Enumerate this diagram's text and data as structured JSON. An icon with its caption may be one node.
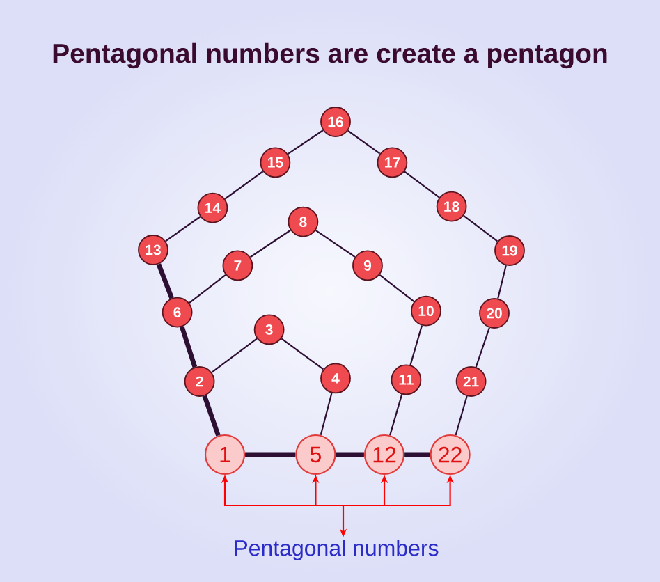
{
  "diagram": {
    "title": "Pentagonal numbers are create a pentagon",
    "nodes": [
      {
        "text": [
          "1"
        ]
      },
      {
        "text": [
          "2"
        ]
      },
      {
        "text": [
          "3"
        ]
      },
      {
        "text": [
          "4"
        ]
      },
      {
        "text": [
          "5"
        ]
      },
      {
        "text": [
          "6"
        ]
      },
      {
        "text": [
          "7"
        ]
      },
      {
        "text": [
          "8"
        ]
      },
      {
        "text": [
          "9"
        ]
      },
      {
        "text": [
          "10"
        ]
      },
      {
        "text": [
          "11"
        ]
      },
      {
        "text": [
          "12"
        ]
      },
      {
        "text": [
          "13"
        ]
      },
      {
        "text": [
          "14"
        ]
      },
      {
        "text": [
          "15"
        ]
      },
      {
        "text": [
          "16"
        ]
      },
      {
        "text": [
          "17"
        ]
      },
      {
        "text": [
          "18"
        ]
      },
      {
        "text": [
          "19"
        ]
      },
      {
        "text": [
          "20"
        ]
      },
      {
        "text": [
          "21"
        ]
      },
      {
        "text": [
          "22"
        ]
      },
      {
        "text": [
          "Pentagonal numbers"
        ]
      }
    ],
    "edges": [
      {
        "from": 0,
        "to": 1,
        "arrow": "none",
        "style": "thick"
      },
      {
        "from": 1,
        "to": 2,
        "arrow": "none"
      },
      {
        "from": 2,
        "to": 3,
        "arrow": "none"
      },
      {
        "from": 3,
        "to": 4,
        "arrow": "none"
      },
      {
        "from": 0,
        "to": 4,
        "arrow": "none",
        "style": "thick"
      },
      {
        "from": 1,
        "to": 5,
        "arrow": "none",
        "style": "thick"
      },
      {
        "from": 5,
        "to": 6,
        "arrow": "none"
      },
      {
        "from": 6,
        "to": 7,
        "arrow": "none"
      },
      {
        "from": 7,
        "to": 8,
        "arrow": "none"
      },
      {
        "from": 8,
        "to": 9,
        "arrow": "none"
      },
      {
        "from": 9,
        "to": 10,
        "arrow": "none"
      },
      {
        "from": 10,
        "to": 11,
        "arrow": "none"
      },
      {
        "from": 4,
        "to": 11,
        "arrow": "none",
        "style": "thick"
      },
      {
        "from": 5,
        "to": 12,
        "arrow": "none",
        "style": "thick"
      },
      {
        "from": 12,
        "to": 13,
        "arrow": "none"
      },
      {
        "from": 13,
        "to": 14,
        "arrow": "none"
      },
      {
        "from": 14,
        "to": 15,
        "arrow": "none"
      },
      {
        "from": 15,
        "to": 16,
        "arrow": "none"
      },
      {
        "from": 16,
        "to": 17,
        "arrow": "none"
      },
      {
        "from": 17,
        "to": 18,
        "arrow": "none"
      },
      {
        "from": 18,
        "to": 19,
        "arrow": "none"
      },
      {
        "from": 19,
        "to": 20,
        "arrow": "none"
      },
      {
        "from": 20,
        "to": 21,
        "arrow": "none"
      },
      {
        "from": 11,
        "to": 21,
        "arrow": "none",
        "style": "thick"
      },
      {
        "from": 22,
        "to": 0,
        "arrow": "both",
        "color": "#ff0000"
      },
      {
        "from": 22,
        "to": 4,
        "arrow": "both",
        "color": "#ff0000"
      },
      {
        "from": 22,
        "to": 11,
        "arrow": "both",
        "color": "#ff0000"
      },
      {
        "from": 22,
        "to": 21,
        "arrow": "both",
        "color": "#ff0000"
      }
    ]
  }
}
